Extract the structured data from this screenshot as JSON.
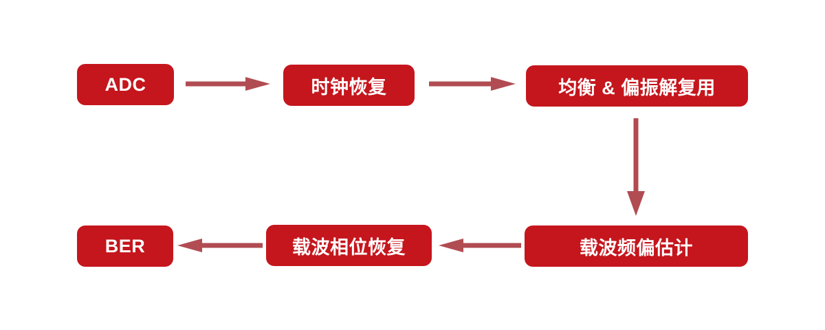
{
  "diagram": {
    "type": "flowchart",
    "description": "DSP processing chain block diagram, two rows of red rounded blocks connected by arrows",
    "nodes": [
      {
        "id": "adc",
        "label": "ADC"
      },
      {
        "id": "clock",
        "label": "时钟恢复"
      },
      {
        "id": "equalizer",
        "label": "均衡 & 偏振解复用"
      },
      {
        "id": "cfo",
        "label": "载波频偏估计"
      },
      {
        "id": "cpr",
        "label": "载波相位恢复"
      },
      {
        "id": "ber",
        "label": "BER"
      }
    ],
    "edges": [
      {
        "from": "adc",
        "to": "clock",
        "direction": "right"
      },
      {
        "from": "clock",
        "to": "equalizer",
        "direction": "right"
      },
      {
        "from": "equalizer",
        "to": "cfo",
        "direction": "down"
      },
      {
        "from": "cfo",
        "to": "cpr",
        "direction": "left"
      },
      {
        "from": "cpr",
        "to": "ber",
        "direction": "left"
      }
    ],
    "colors": {
      "node_fill": "#c5161d",
      "node_text": "#ffffff",
      "arrow": "#b14c52",
      "background": "#ffffff"
    }
  }
}
